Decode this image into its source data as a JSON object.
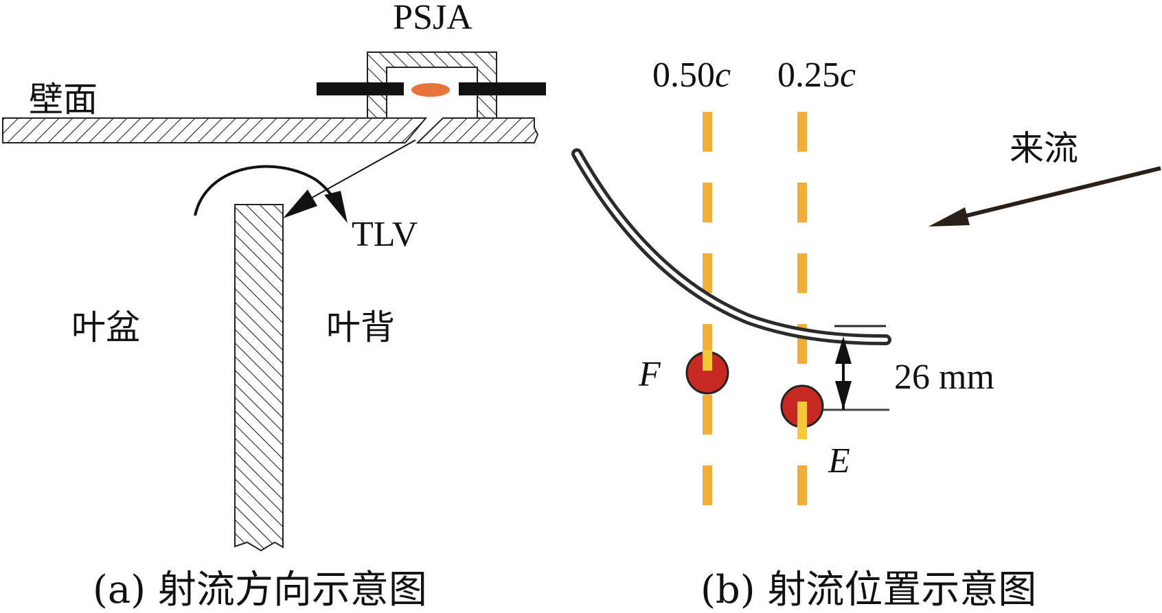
{
  "panel_a": {
    "actuator_label": "PSJA",
    "wall_label": "壁面",
    "vortex_label": "TLV",
    "pressure_side_label": "叶盆",
    "suction_side_label": "叶背",
    "caption": "(a) 射流方向示意图"
  },
  "panel_b": {
    "chord_lines": [
      {
        "value": "0.50",
        "unit": "c"
      },
      {
        "value": "0.25",
        "unit": "c"
      }
    ],
    "inflow_label": "来流",
    "gap_label": "26 mm",
    "points": [
      {
        "label": "F"
      },
      {
        "label": "E"
      }
    ],
    "caption": "(b) 射流位置示意图"
  },
  "colors": {
    "ink": "#111111",
    "hatch": "#222222",
    "spark": "#e8743b",
    "chord_dash": "#f2ae3a",
    "jet_point": "#c62a22",
    "blade": "#2b2b2b"
  }
}
